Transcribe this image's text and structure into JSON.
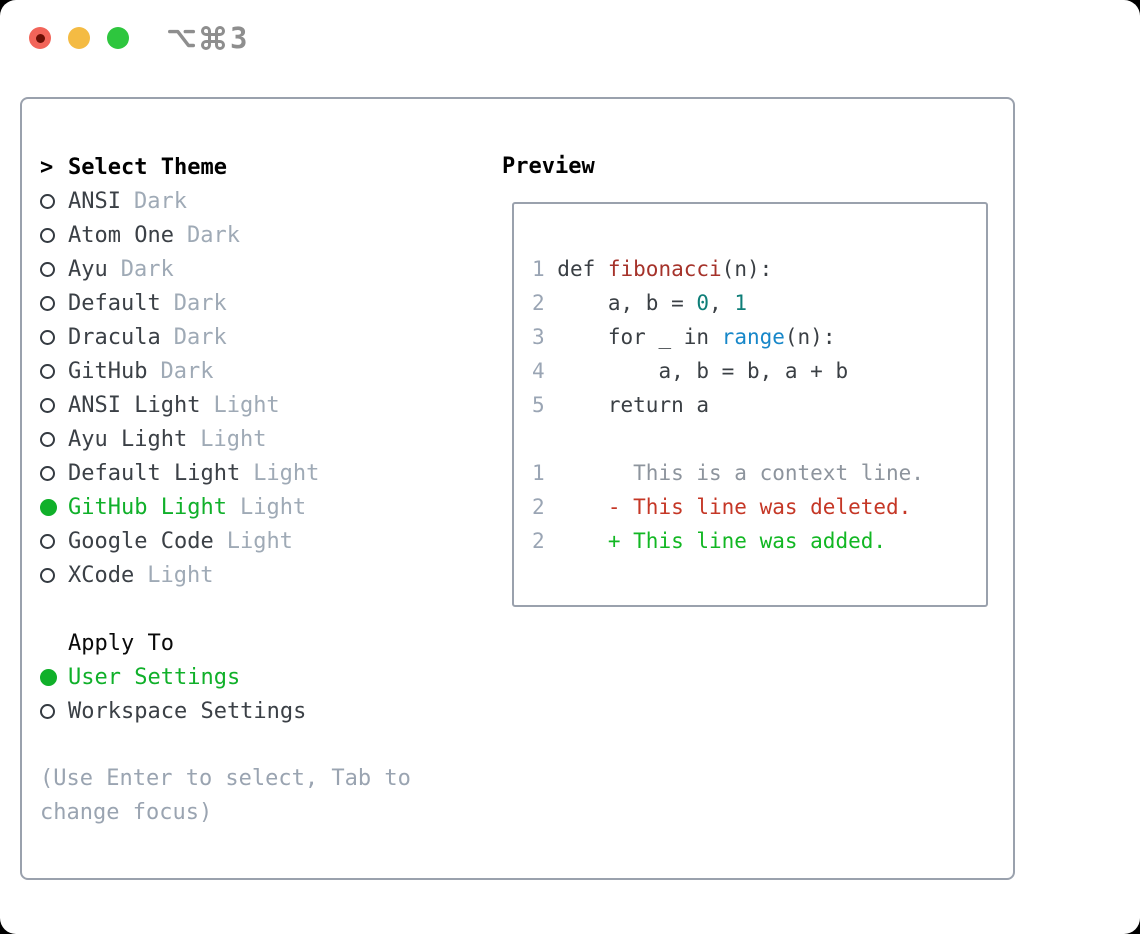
{
  "titlebar": {
    "traffic_lights": [
      {
        "name": "close",
        "color": "#f26459"
      },
      {
        "name": "minimize",
        "color": "#f4bb43"
      },
      {
        "name": "zoom",
        "color": "#2ec63e"
      }
    ],
    "shortcut": {
      "modifier_icons": [
        "option-key-icon",
        "command-key-icon"
      ],
      "key_label": "3",
      "full_label": "⌥⌘3",
      "color": "#8e8e8e"
    }
  },
  "theme_panel": {
    "title": "Select Theme",
    "cursor": ">",
    "themes": [
      {
        "name": "ANSI",
        "tag": "Dark",
        "selected": false
      },
      {
        "name": "Atom One",
        "tag": "Dark",
        "selected": false
      },
      {
        "name": "Ayu",
        "tag": "Dark",
        "selected": false
      },
      {
        "name": "Default",
        "tag": "Dark",
        "selected": false
      },
      {
        "name": "Dracula",
        "tag": "Dark",
        "selected": false
      },
      {
        "name": "GitHub",
        "tag": "Dark",
        "selected": false
      },
      {
        "name": "ANSI Light",
        "tag": "Light",
        "selected": false
      },
      {
        "name": "Ayu Light",
        "tag": "Light",
        "selected": false
      },
      {
        "name": "Default Light",
        "tag": "Light",
        "selected": false
      },
      {
        "name": "GitHub Light",
        "tag": "Light",
        "selected": true
      },
      {
        "name": "Google Code",
        "tag": "Light",
        "selected": false
      },
      {
        "name": "XCode",
        "tag": "Light",
        "selected": false
      }
    ],
    "apply_to": {
      "title": "Apply To",
      "options": [
        {
          "label": "User Settings",
          "selected": true
        },
        {
          "label": "Workspace Settings",
          "selected": false
        }
      ]
    },
    "hint": "(Use Enter to select, Tab to change focus)"
  },
  "preview": {
    "title": "Preview",
    "lines": [
      {
        "segments": [
          {
            "t": "1",
            "c": "lineno"
          },
          {
            "t": " def ",
            "c": "plain"
          },
          {
            "t": "fibonacci",
            "c": "func"
          },
          {
            "t": "(n):",
            "c": "plain"
          }
        ]
      },
      {
        "segments": [
          {
            "t": "2",
            "c": "lineno"
          },
          {
            "t": "     a, b = ",
            "c": "plain"
          },
          {
            "t": "0",
            "c": "num"
          },
          {
            "t": ", ",
            "c": "plain"
          },
          {
            "t": "1",
            "c": "num"
          }
        ]
      },
      {
        "segments": [
          {
            "t": "3",
            "c": "lineno"
          },
          {
            "t": "     for _ in ",
            "c": "plain"
          },
          {
            "t": "range",
            "c": "builtin"
          },
          {
            "t": "(n):",
            "c": "plain"
          }
        ]
      },
      {
        "segments": [
          {
            "t": "4",
            "c": "lineno"
          },
          {
            "t": "         a, b = b, a + b",
            "c": "plain"
          }
        ]
      },
      {
        "segments": [
          {
            "t": "5",
            "c": "lineno"
          },
          {
            "t": "     return a",
            "c": "plain"
          }
        ]
      },
      {
        "segments": []
      },
      {
        "segments": [
          {
            "t": "1",
            "c": "lineno"
          },
          {
            "t": "       This is a context line.",
            "c": "context"
          }
        ]
      },
      {
        "segments": [
          {
            "t": "2",
            "c": "lineno"
          },
          {
            "t": "     - This line was deleted.",
            "c": "deleted"
          }
        ]
      },
      {
        "segments": [
          {
            "t": "2",
            "c": "lineno"
          },
          {
            "t": "     + This line was added.",
            "c": "added"
          }
        ]
      }
    ]
  },
  "colors": {
    "accent_green": "#10b02a",
    "added_green": "#12b723",
    "deleted_red": "#c53726",
    "function_red": "#a5322a",
    "number_teal": "#0e7e78",
    "builtin_blue": "#1787c9",
    "muted_gray": "#9faab6",
    "border_gray": "#9aa1ad"
  }
}
